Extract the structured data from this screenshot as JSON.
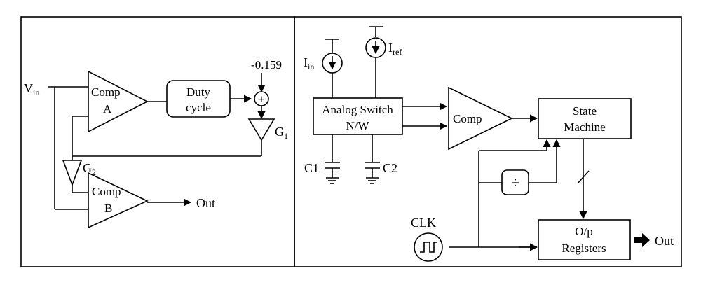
{
  "left_panel": {
    "input_label": "V",
    "input_sub": "in",
    "comp_a": {
      "line1": "Comp",
      "line2": "A"
    },
    "comp_b": {
      "line1": "Comp",
      "line2": "B"
    },
    "duty_cycle": {
      "line1": "Duty",
      "line2": "cycle"
    },
    "offset_value": "-0.159",
    "summer_symbol": "+",
    "g1": {
      "main": "G",
      "sub": "1"
    },
    "g2": {
      "main": "G",
      "sub": "2"
    },
    "output_label": "Out"
  },
  "right_panel": {
    "iin": {
      "main": "I",
      "sub": "in"
    },
    "iref": {
      "main": "I",
      "sub": "ref"
    },
    "analog_switch": {
      "line1": "Analog Switch",
      "line2": "N/W"
    },
    "c1_label": "C1",
    "c2_label": "C2",
    "comp_label": "Comp",
    "state_machine": {
      "line1": "State",
      "line2": "Machine"
    },
    "divider_symbol": "÷",
    "clk_label": "CLK",
    "registers": {
      "line1": "O/p",
      "line2": "Registers"
    },
    "output_label": "Out"
  },
  "colors": {
    "stroke": "#000000",
    "background": "#ffffff"
  }
}
